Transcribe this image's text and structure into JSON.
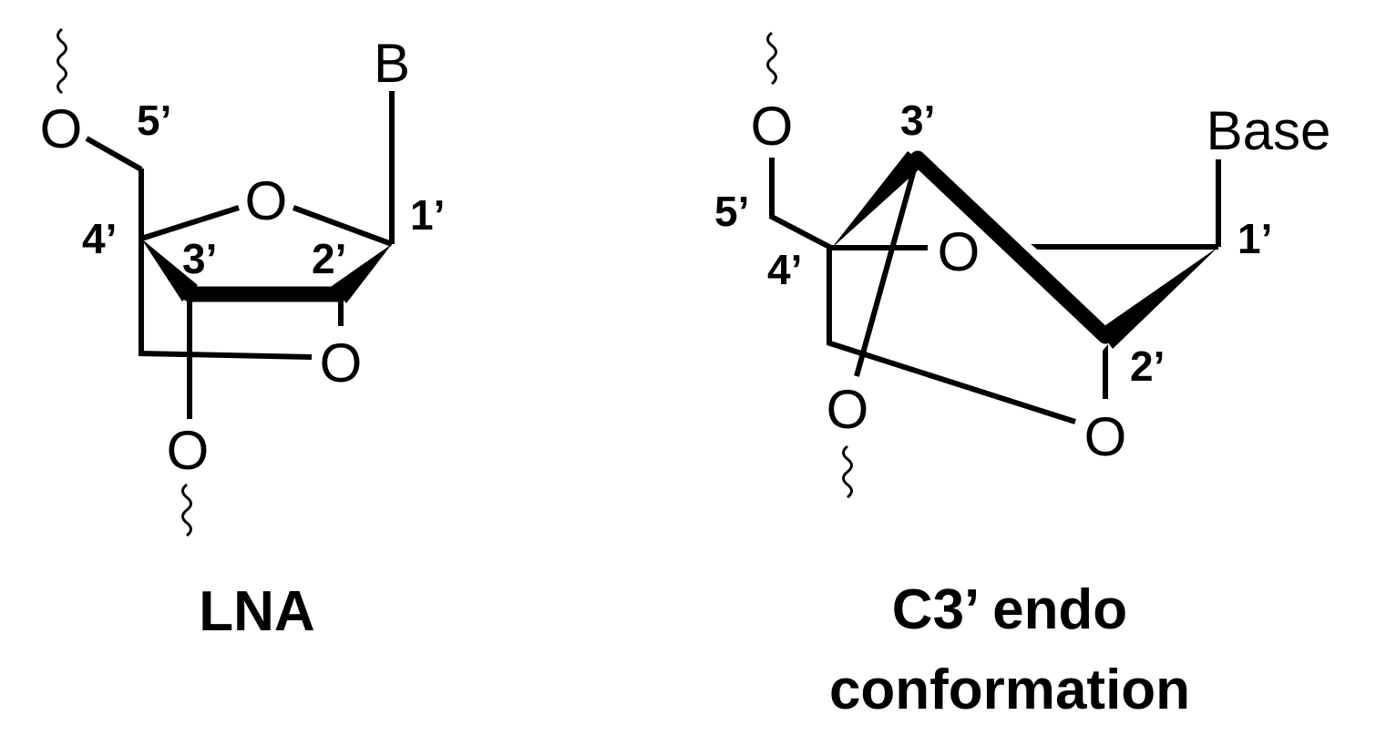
{
  "lna": {
    "caption": "LNA",
    "atoms": {
      "o5": "O",
      "ring_o": "O",
      "bridge_o": "O",
      "o3": "O",
      "base": "B"
    },
    "locants": {
      "c5": "5’",
      "c4": "4’",
      "c3": "3’",
      "c2": "2’",
      "c1": "1’"
    }
  },
  "endo": {
    "caption_line1": "C3’ endo",
    "caption_line2": "conformation",
    "atoms": {
      "o5": "O",
      "ring_o": "O",
      "o3": "O",
      "bridge_o": "O",
      "base": "Base"
    },
    "locants": {
      "c3": "3’",
      "c5": "5’",
      "c4": "4’",
      "c1": "1’",
      "c2": "2’"
    }
  },
  "colors": {
    "ink": "#000000",
    "background": "#ffffff"
  }
}
